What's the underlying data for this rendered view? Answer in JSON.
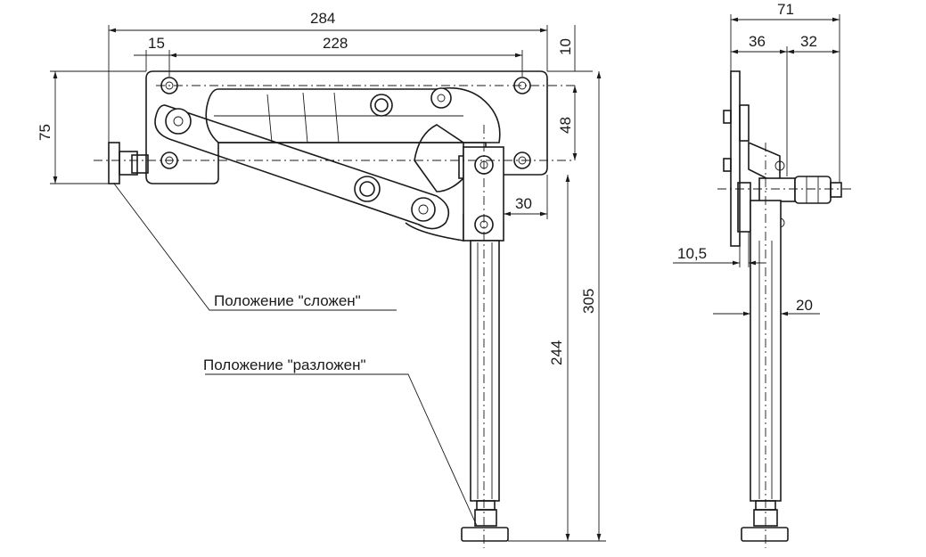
{
  "dimensions": {
    "overall_width": "284",
    "bolt_spacing": "228",
    "edge_offset": "15",
    "top_offset": "10",
    "bracket_height": "75",
    "hole_spacing_vertical": "48",
    "leg_offset": "30",
    "leg_length": "244",
    "total_height": "305",
    "side_overall": "71",
    "side_left": "36",
    "side_right": "32",
    "plate_thickness": "10,5",
    "leg_diameter": "20"
  },
  "labels": {
    "folded": "Положение \"сложен\"",
    "unfolded": "Положение \"разложен\""
  }
}
